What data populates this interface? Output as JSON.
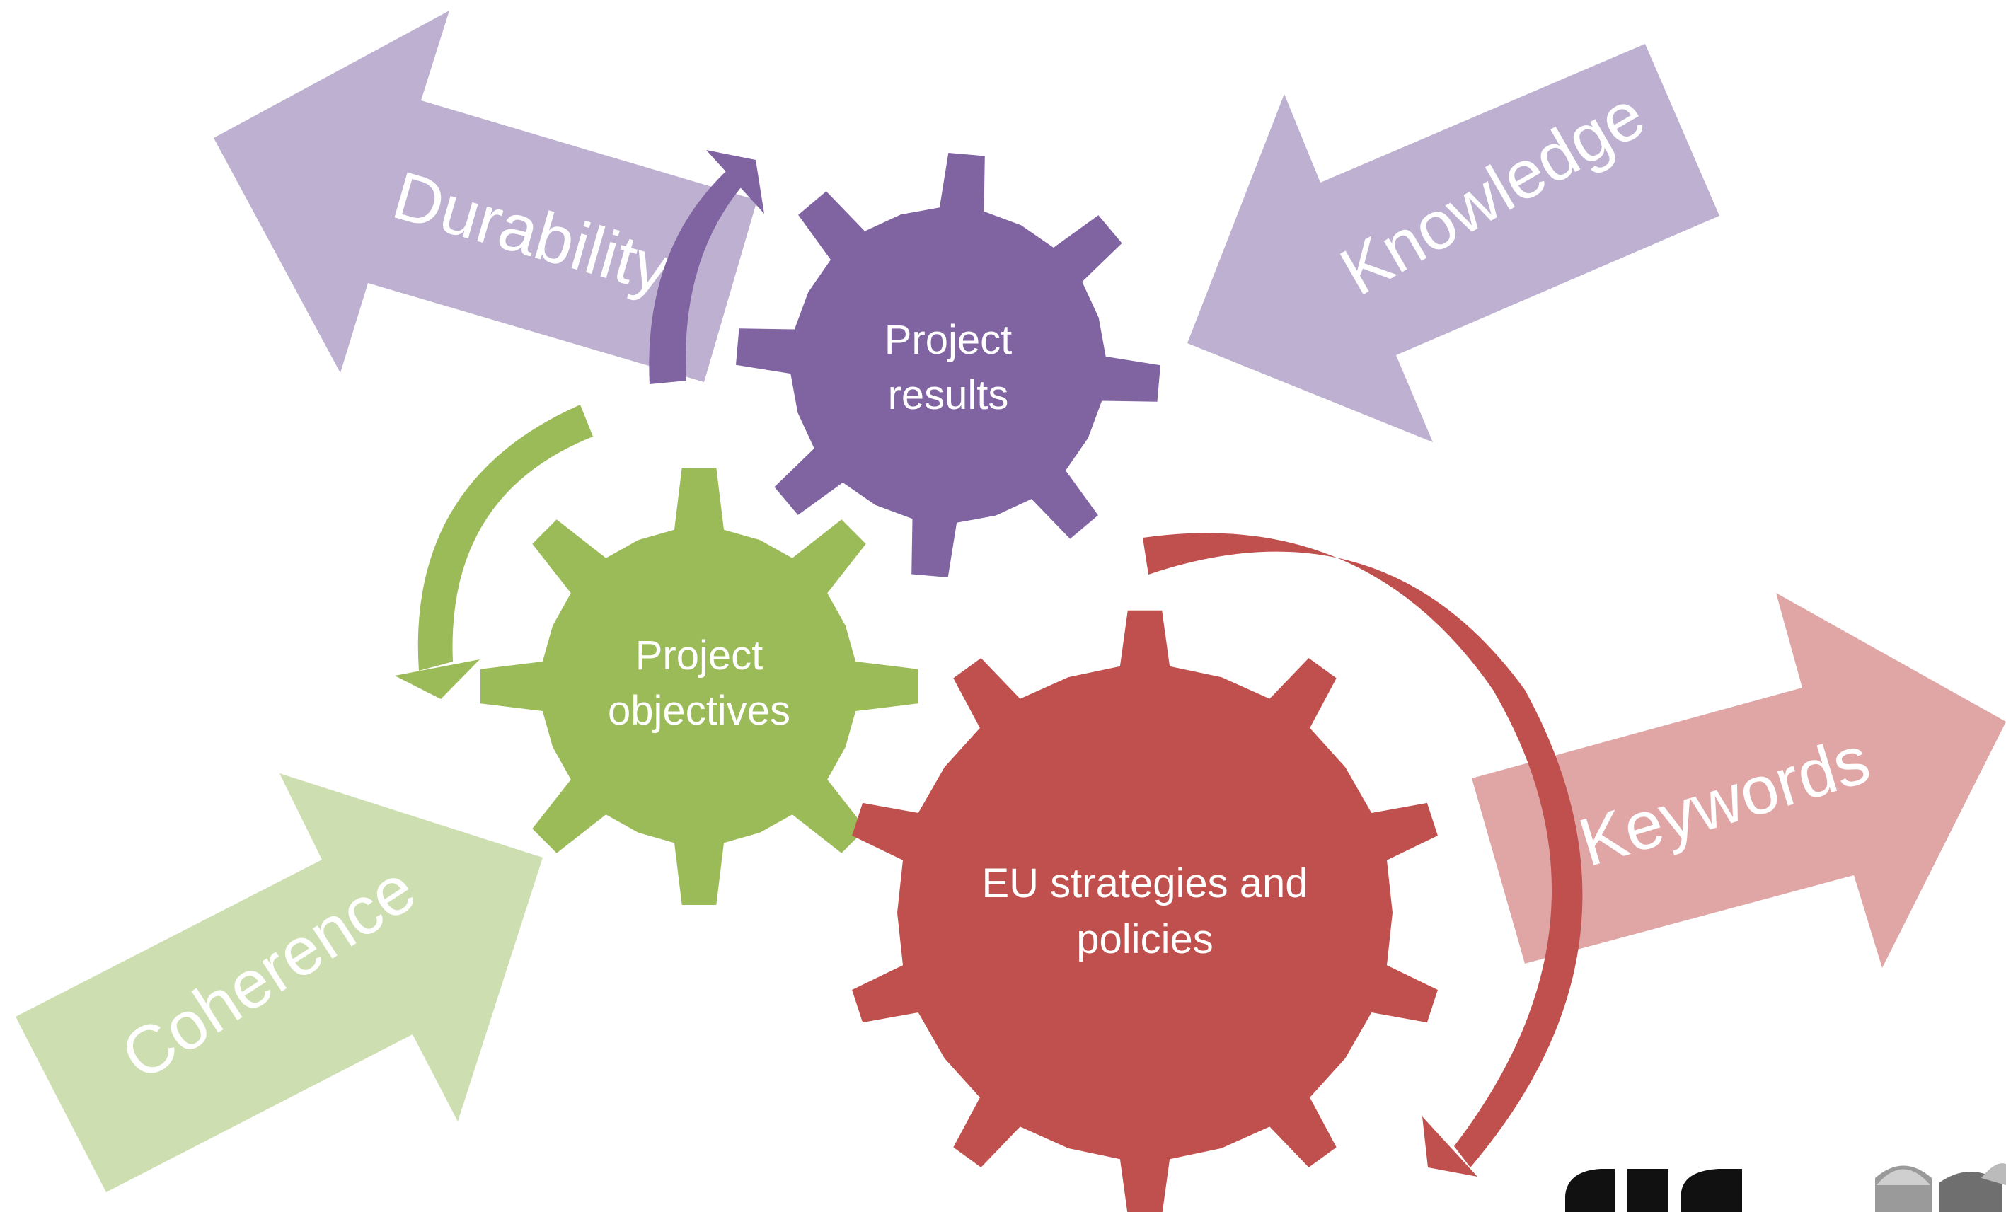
{
  "gears": {
    "results": {
      "label_line1": "Project",
      "label_line2": "results",
      "color": "#8064a2"
    },
    "objectives": {
      "label_line1": "Project",
      "label_line2": "objectives",
      "color": "#9bbb59"
    },
    "eu": {
      "label_line1": "EU strategies and",
      "label_line2": "policies",
      "color": "#c0504d"
    }
  },
  "arrows": {
    "durability": {
      "label": "Durability",
      "color": "#bdb0d0"
    },
    "knowledge": {
      "label": "Knowledge",
      "color": "#bdb0d0"
    },
    "coherence": {
      "label": "Coherence",
      "color": "#cddeb0"
    },
    "keywords": {
      "label": "Keywords",
      "color": "#e0a6a6"
    }
  },
  "colors": {
    "purple": "#8064a2",
    "green": "#9bbb59",
    "red": "#c0504d",
    "logo": "#111111"
  }
}
